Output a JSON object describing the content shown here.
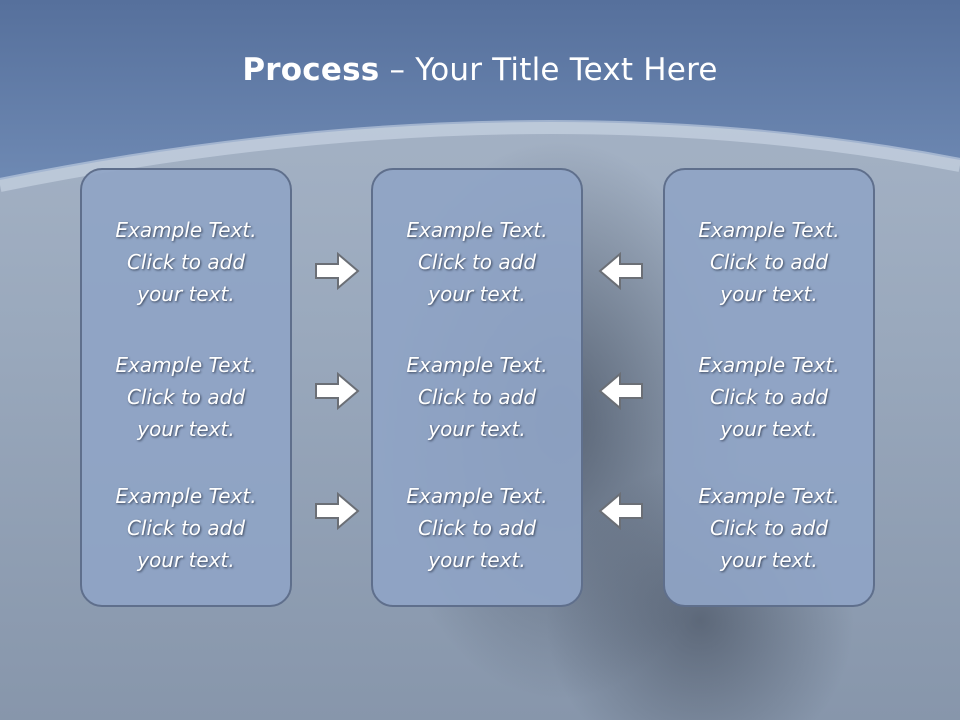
{
  "slide": {
    "title_bold": "Process",
    "title_rest": " – Your Title Text Here"
  },
  "panels": [
    {
      "items": [
        {
          "l1": "Example Text.",
          "l2": "Click  to add",
          "l3": "your text."
        },
        {
          "l1": "Example Text.",
          "l2": "Click  to add",
          "l3": "your text."
        },
        {
          "l1": "Example Text.",
          "l2": "Click  to add",
          "l3": "your text."
        }
      ]
    },
    {
      "items": [
        {
          "l1": "Example Text.",
          "l2": "Click  to add",
          "l3": "your text."
        },
        {
          "l1": "Example Text.",
          "l2": "Click  to add",
          "l3": "your text."
        },
        {
          "l1": "Example Text.",
          "l2": "Click  to add",
          "l3": "your text."
        }
      ]
    },
    {
      "items": [
        {
          "l1": "Example Text.",
          "l2": "Click  to add",
          "l3": "your text."
        },
        {
          "l1": "Example Text.",
          "l2": "Click  to add",
          "l3": "your text."
        },
        {
          "l1": "Example Text.",
          "l2": "Click  to add",
          "l3": "your text."
        }
      ]
    }
  ],
  "icons": {
    "left_arrows": "arrow-right-icon",
    "right_arrows": "arrow-left-icon"
  },
  "colors": {
    "header": "#6782ad",
    "panel_fill": "#8fa4c6",
    "panel_border": "#5f6f8c",
    "arrow_fill": "#ffffff",
    "arrow_stroke": "#6b6f76"
  }
}
